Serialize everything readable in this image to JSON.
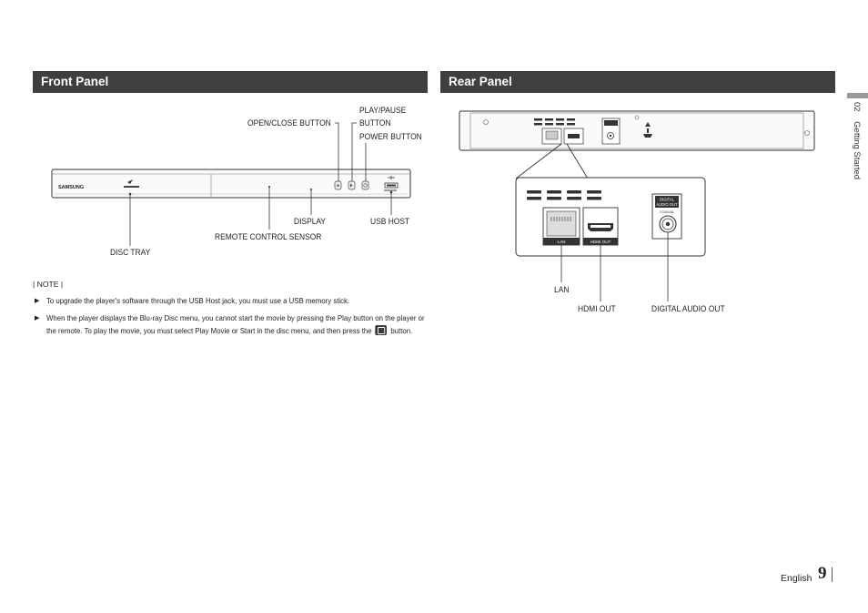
{
  "front_panel": {
    "title": "Front Panel",
    "brand": "SAMSUNG",
    "labels": {
      "open_close": "OPEN/CLOSE BUTTON",
      "play_pause": "PLAY/PAUSE",
      "play_pause_2": "BUTTON",
      "power": "POWER BUTTON",
      "display": "DISPLAY",
      "usb_host": "USB HOST",
      "remote_sensor": "REMOTE CONTROL SENSOR",
      "disc_tray": "DISC TRAY"
    }
  },
  "rear_panel": {
    "title": "Rear Panel",
    "labels": {
      "lan": "LAN",
      "hdmi_out": "HDMI OUT",
      "digital_audio_out": "DIGITAL AUDIO OUT"
    },
    "port_tags": {
      "lan": "LAN",
      "hdmi_out": "HDMI OUT",
      "digital_audio_out_1": "DIGITAL",
      "digital_audio_out_2": "AUDIO OUT",
      "coaxial": "COAXIAL"
    }
  },
  "note": {
    "title": "| NOTE |",
    "items": [
      "To upgrade the player's software through the USB Host jack, you must use a USB memory stick.",
      "When the player displays the Blu-ray Disc menu, you cannot start the movie by pressing the Play button on the player or the remote. To play the movie, you must select Play Movie or Start in the disc menu, and then press the",
      "button."
    ]
  },
  "sidebar": {
    "chapter": "02",
    "section": "Getting Started"
  },
  "footer": {
    "language": "English",
    "page_number": "9"
  },
  "colors": {
    "header_bg": "#3f3f3f",
    "header_text": "#ffffff",
    "side_tab": "#9a9a9a"
  }
}
